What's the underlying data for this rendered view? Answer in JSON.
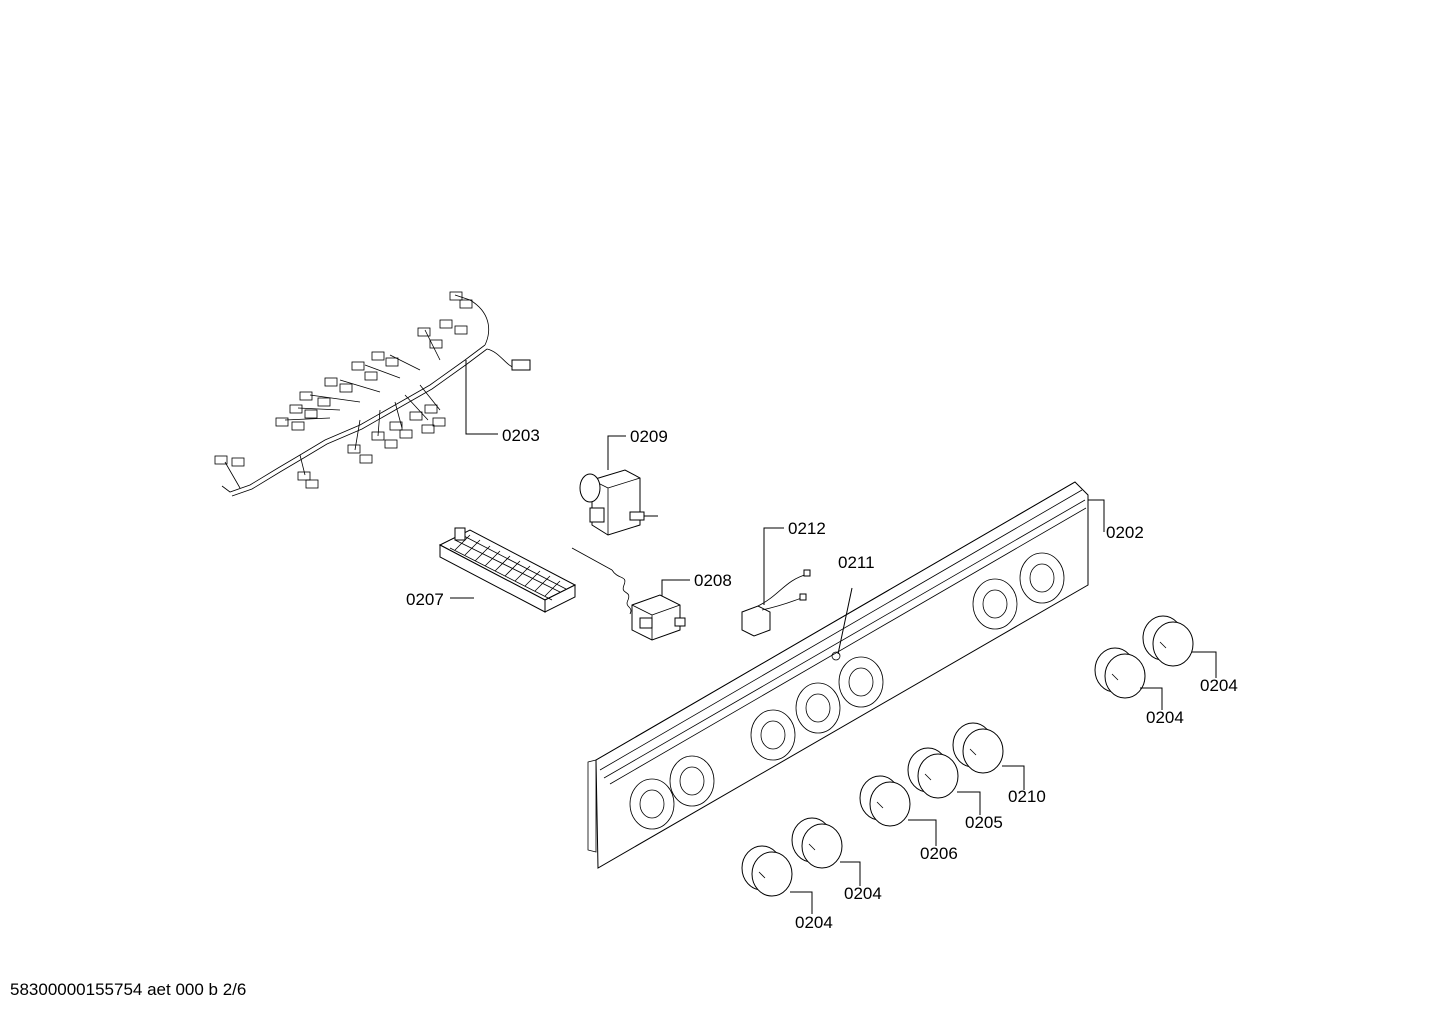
{
  "footer": {
    "document_id": "58300000155754 aet 000 b 2/6"
  },
  "callouts": {
    "c0203": "0203",
    "c0209": "0209",
    "c0212": "0212",
    "c0211": "0211",
    "c0202": "0202",
    "c0207": "0207",
    "c0208": "0208",
    "c0204_a": "0204",
    "c0204_b": "0204",
    "c0210": "0210",
    "c0205": "0205",
    "c0206": "0206",
    "c0204_c": "0204",
    "c0204_d": "0204"
  }
}
